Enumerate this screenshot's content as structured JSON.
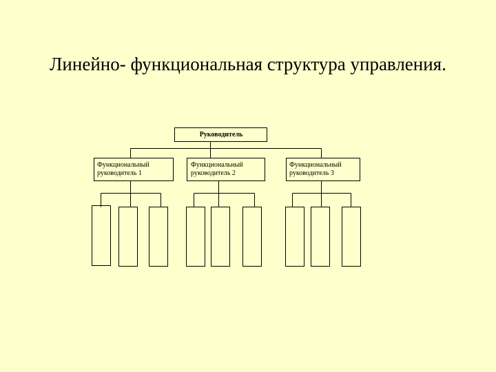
{
  "title": "Линейно- функциональная структура управления.",
  "diagram": {
    "top_node": {
      "label": "Руководитель"
    },
    "managers": [
      {
        "line1": "Функциональный",
        "line2": "руководитель 1"
      },
      {
        "line1": "Функциональный",
        "line2": "руководитель 2"
      },
      {
        "line1": "Функциональный",
        "line2": "руководитель 3"
      }
    ]
  },
  "colors": {
    "background": "#FFFFCC",
    "line": "#000000"
  }
}
